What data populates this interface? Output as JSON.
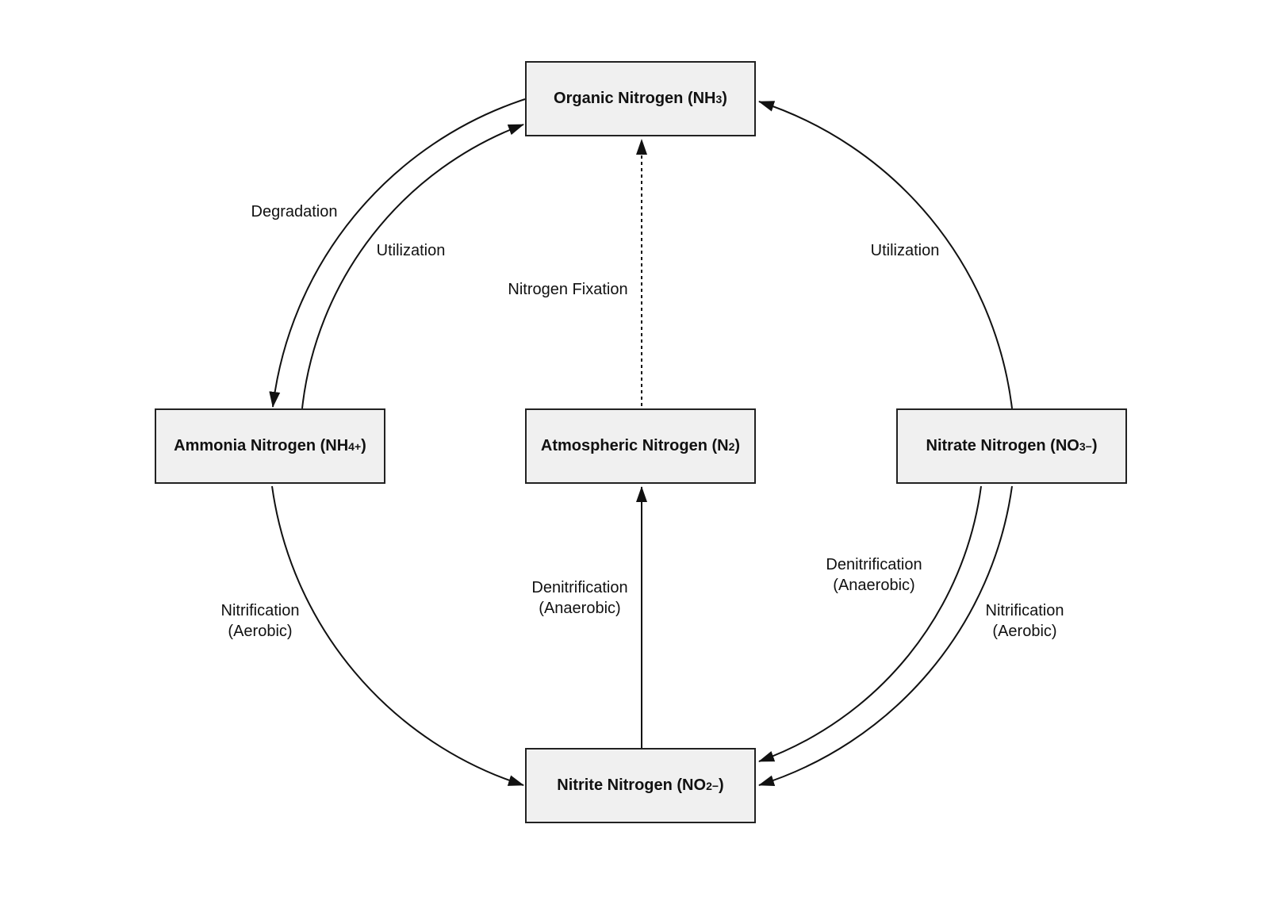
{
  "nodes": {
    "organic": {
      "text": "Organic Nitrogen (NH",
      "sub": "3",
      "sup": "",
      "close": ")"
    },
    "ammonia": {
      "text": "Ammonia Nitrogen (NH",
      "sub": "4",
      "sup": "+",
      "close": ")"
    },
    "atmospheric": {
      "text": "Atmospheric Nitrogen (N",
      "sub": "2",
      "sup": "",
      "close": ")"
    },
    "nitrate": {
      "text": "Nitrate Nitrogen (NO",
      "sub": "3",
      "sup": "−",
      "close": ")"
    },
    "nitrite": {
      "text": "Nitrite Nitrogen (NO",
      "sub": "2",
      "sup": "−",
      "close": ")"
    }
  },
  "edges": {
    "degradation": {
      "label": "Degradation",
      "from": "Organic Nitrogen",
      "to": "Ammonia Nitrogen"
    },
    "utilization_left": {
      "label": "Utilization",
      "from": "Ammonia Nitrogen",
      "to": "Organic Nitrogen"
    },
    "utilization_right": {
      "label": "Utilization",
      "from": "Nitrate Nitrogen",
      "to": "Organic Nitrogen"
    },
    "fixation": {
      "label": "Nitrogen Fixation",
      "from": "Atmospheric Nitrogen",
      "to": "Organic Nitrogen",
      "style": "dashed"
    },
    "nitrification_left": {
      "label": "Nitrification",
      "label2": "(Aerobic)",
      "from": "Ammonia Nitrogen",
      "to": "Nitrite Nitrogen"
    },
    "denitrification_center": {
      "label": "Denitrification",
      "label2": "(Anaerobic)",
      "from": "Nitrite Nitrogen",
      "to": "Atmospheric Nitrogen"
    },
    "denitrification_right": {
      "label": "Denitrification",
      "label2": "(Anaerobic)",
      "from": "Nitrate Nitrogen",
      "to": "Nitrite Nitrogen"
    },
    "nitrification_right": {
      "label": "Nitrification",
      "label2": "(Aerobic)",
      "from": "Nitrate Nitrogen",
      "to": "Nitrite Nitrogen"
    }
  },
  "colors": {
    "box_fill": "#f0f0f0",
    "stroke": "#222222"
  }
}
